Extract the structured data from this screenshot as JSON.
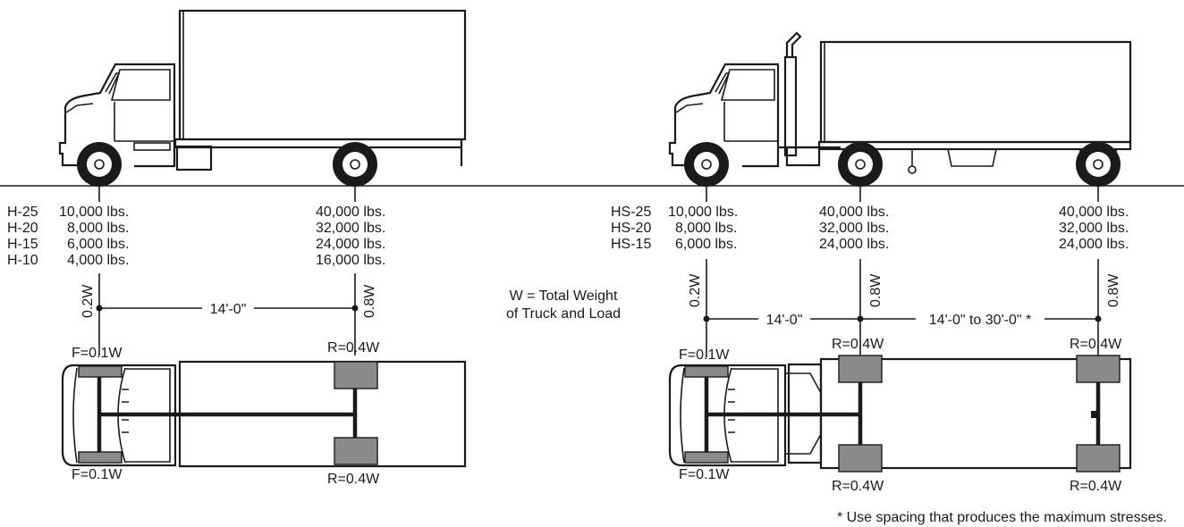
{
  "h_truck": {
    "classes": [
      "H-25",
      "H-20",
      "H-15",
      "H-10"
    ],
    "front_loads": [
      "10,000 lbs.",
      "8,000 lbs.",
      "6,000 lbs.",
      "4,000 lbs."
    ],
    "rear_loads": [
      "40,000 lbs.",
      "32,000 lbs.",
      "24,000 lbs.",
      "16,000 lbs."
    ],
    "front_fraction": "0.2W",
    "rear_fraction": "0.8W",
    "spacing": "14'-0\"",
    "front_wheel_top": "F=0.1W",
    "front_wheel_bottom": "F=0.1W",
    "rear_wheel_top": "R=0.4W",
    "rear_wheel_bottom": "R=0.4W"
  },
  "legend": {
    "line1": "W = Total Weight",
    "line2": "of Truck and Load"
  },
  "hs_truck": {
    "classes": [
      "HS-25",
      "HS-20",
      "HS-15"
    ],
    "front_loads": [
      "10,000 lbs.",
      "8,000 lbs.",
      "6,000 lbs."
    ],
    "middle_loads": [
      "40,000 lbs.",
      "32,000 lbs.",
      "24,000 lbs."
    ],
    "rear_loads": [
      "40,000 lbs.",
      "32,000 lbs.",
      "24,000 lbs."
    ],
    "front_fraction": "0.2W",
    "middle_fraction": "0.8W",
    "rear_fraction": "0.8W",
    "spacing_1": "14'-0\"",
    "spacing_2": "14'-0\" to 30'-0\" *",
    "front_wheel_top": "F=0.1W",
    "front_wheel_bottom": "F=0.1W",
    "middle_wheel_top": "R=0.4W",
    "middle_wheel_bottom": "R=0.4W",
    "rear_wheel_top": "R=0.4W",
    "rear_wheel_bottom": "R=0.4W"
  },
  "footnote": "* Use spacing that produces the maximum stresses."
}
